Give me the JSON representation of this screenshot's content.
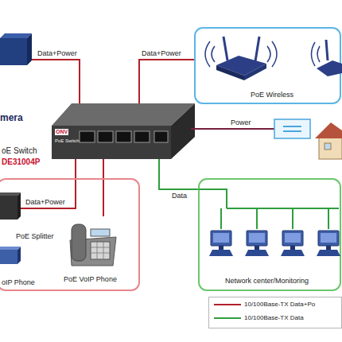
{
  "diagram": {
    "nodes": [
      {
        "text": [
          "mera"
        ]
      },
      {
        "text": [
          "PoE Wireless"
        ]
      },
      {
        "text": [
          "ONV",
          "PoE Switch"
        ]
      },
      {
        "text": [
          "PoE Splitter"
        ]
      },
      {
        "text": [
          "oIP Phone"
        ]
      },
      {
        "text": [
          "PoE VoIP Phone"
        ]
      },
      {
        "text": [
          "Network center/Monitoring"
        ]
      }
    ],
    "edges": [
      {
        "from": 2,
        "to": 0,
        "label": "Data+Power",
        "arrow": "none"
      },
      {
        "from": 2,
        "to": 1,
        "label": "Data+Power",
        "arrow": "none"
      },
      {
        "from": 2,
        "to": 3,
        "label": "Data+Power",
        "arrow": "none"
      },
      {
        "from": 2,
        "to": 5,
        "arrow": "none"
      },
      {
        "from": 2,
        "to": 6,
        "label": "Data",
        "arrow": "none"
      }
    ],
    "labels": [
      "oE Switch",
      "DE31004P",
      "Power"
    ],
    "legend": [
      {
        "text": "10/100Base-TX Data+Po"
      },
      {
        "text": "10/100Base-TX Data"
      }
    ]
  }
}
